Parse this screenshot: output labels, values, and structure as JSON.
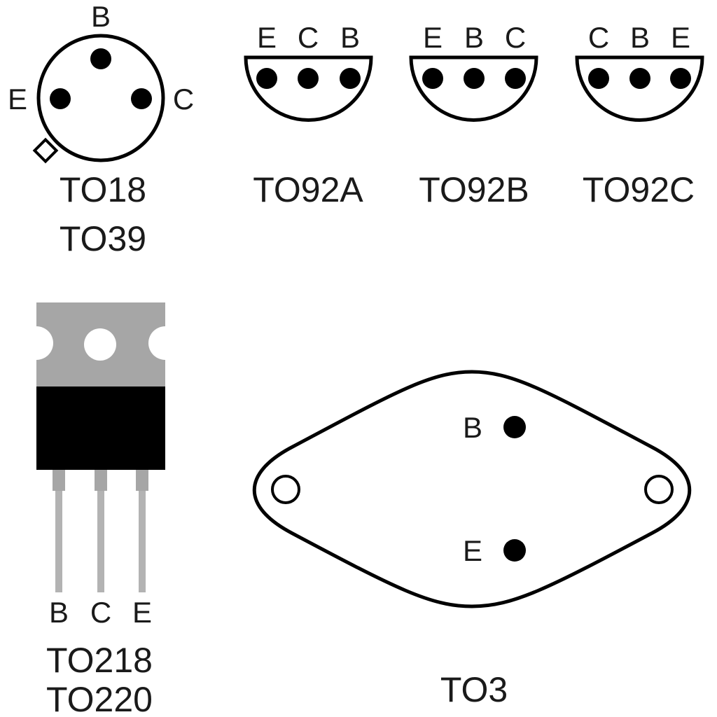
{
  "colors": {
    "ink": "#000000",
    "background": "#ffffff",
    "tab_gray": "#a6a6a6",
    "lead_gray": "#b3b3b3"
  },
  "packages": {
    "to18": {
      "name_1": "TO18",
      "name_2": "TO39",
      "pins": {
        "b": "B",
        "e": "E",
        "c": "C"
      }
    },
    "to92a": {
      "name": "TO92A",
      "pins": [
        "E",
        "C",
        "B"
      ]
    },
    "to92b": {
      "name": "TO92B",
      "pins": [
        "E",
        "B",
        "C"
      ]
    },
    "to92c": {
      "name": "TO92C",
      "pins": [
        "C",
        "B",
        "E"
      ]
    },
    "to220": {
      "name_1": "TO218",
      "name_2": "TO220",
      "pins": [
        "B",
        "C",
        "E"
      ]
    },
    "to3": {
      "name": "TO3",
      "pins": {
        "b": "B",
        "e": "E"
      }
    }
  }
}
